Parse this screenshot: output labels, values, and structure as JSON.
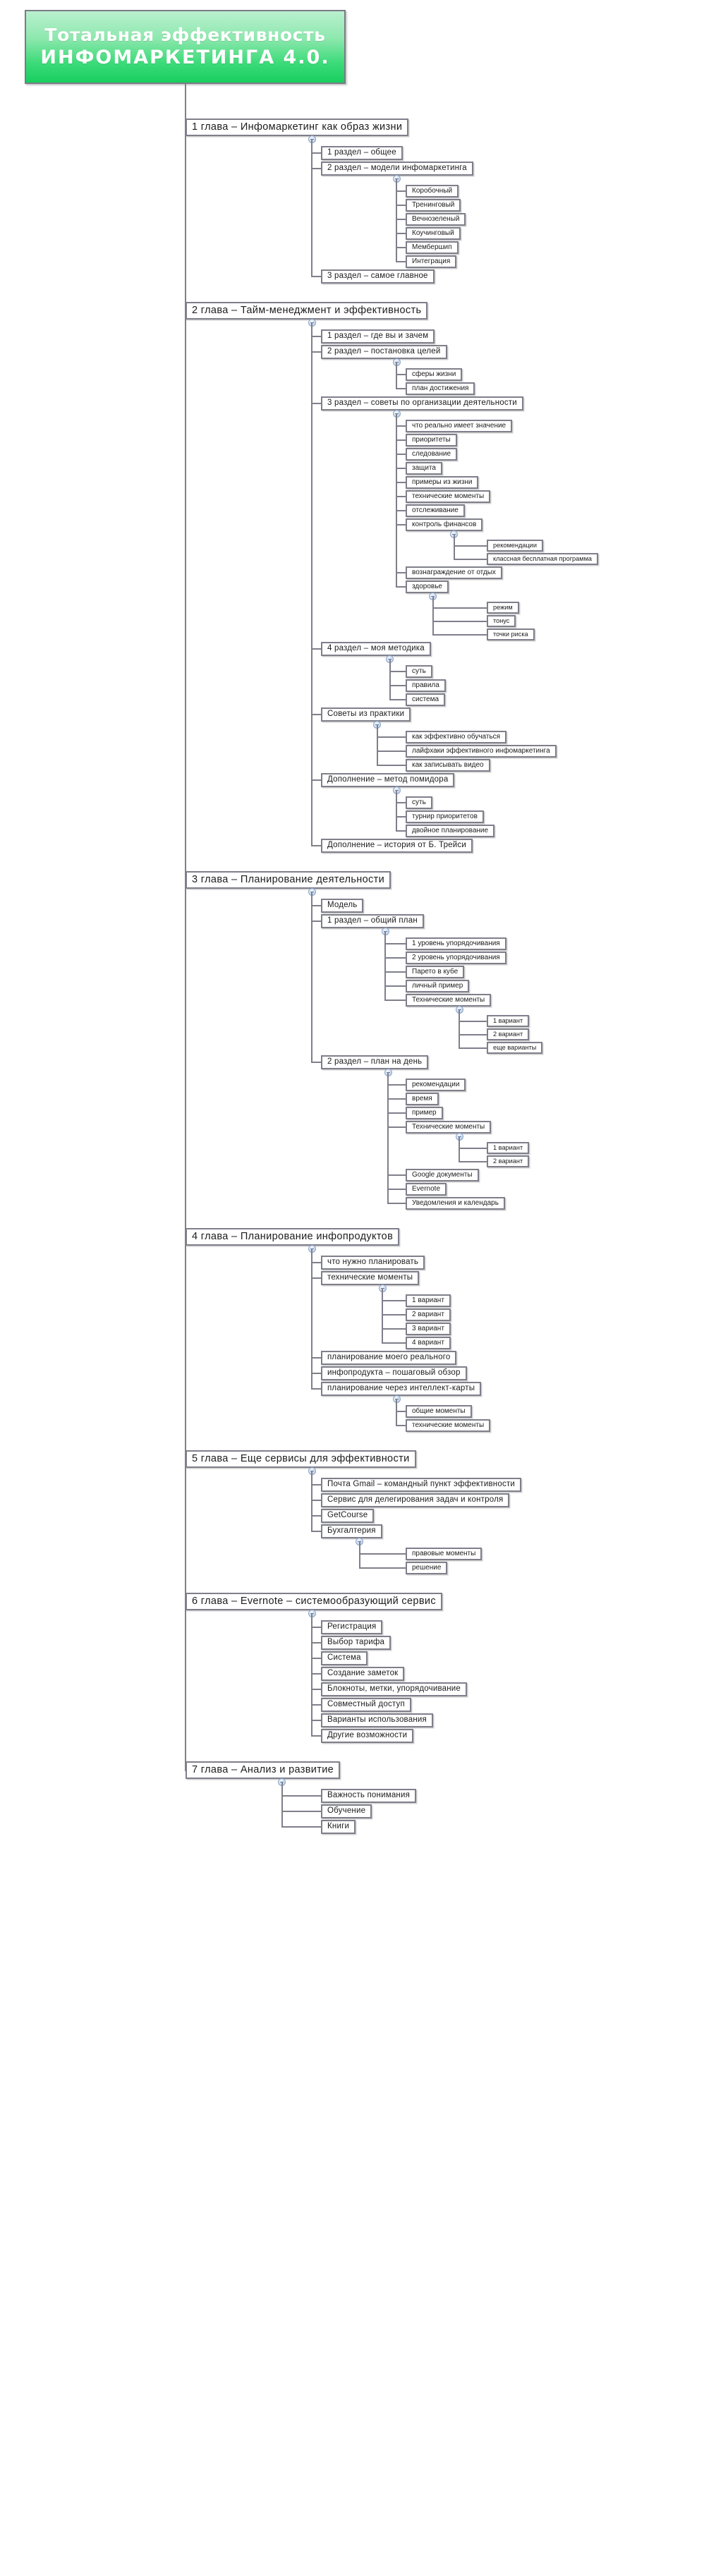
{
  "meta": {
    "diagram_type": "mind-map-tree",
    "node_border_color": "#7f7f8b",
    "node_fill_color": "#ffffff",
    "root_gradient_from": "#b9f0cf",
    "root_gradient_to": "#17cf5f",
    "root_text_color": "#ffffff",
    "handle_color": "#9fb6d4"
  },
  "root": {
    "line1": "Тотальная эффективность",
    "line2": "ИНФОМАРКЕТИНГА 4.0."
  },
  "chapters": [
    {
      "id": "ch1",
      "label": "1 глава – Инфомаркетинг как образ жизни",
      "children": [
        {
          "label": "1 раздел – общее"
        },
        {
          "label": "2 раздел – модели инфомаркетинга",
          "children": [
            {
              "label": "Коробочный"
            },
            {
              "label": "Тренинговый"
            },
            {
              "label": "Вечнозеленый"
            },
            {
              "label": "Коучинговый"
            },
            {
              "label": "Мембершип"
            },
            {
              "label": "Интеграция"
            }
          ]
        },
        {
          "label": "3 раздел – самое главное"
        }
      ]
    },
    {
      "id": "ch2",
      "label": "2 глава – Тайм-менеджмент и эффективность",
      "children": [
        {
          "label": "1 раздел – где вы и зачем"
        },
        {
          "label": "2 раздел – постановка целей",
          "children": [
            {
              "label": "сферы жизни"
            },
            {
              "label": "план достижения"
            }
          ]
        },
        {
          "label": "3 раздел – советы по организации деятельности",
          "children": [
            {
              "label": "что реально имеет значение"
            },
            {
              "label": "приоритеты"
            },
            {
              "label": "следование"
            },
            {
              "label": "защита"
            },
            {
              "label": "примеры из жизни"
            },
            {
              "label": "технические моменты"
            },
            {
              "label": "отслеживание"
            },
            {
              "label": "контроль финансов",
              "children": [
                {
                  "label": "рекомендации"
                },
                {
                  "label": "классная бесплатная программа"
                }
              ]
            },
            {
              "label": "вознаграждение от отдых"
            },
            {
              "label": "здоровье",
              "children": [
                {
                  "label": "режим"
                },
                {
                  "label": "тонус"
                },
                {
                  "label": "точки риска"
                }
              ]
            }
          ]
        },
        {
          "label": "4 раздел – моя методика",
          "children": [
            {
              "label": "суть"
            },
            {
              "label": "правила"
            },
            {
              "label": "система"
            }
          ]
        },
        {
          "label": "Советы из практики",
          "children": [
            {
              "label": "как эффективно обучаться"
            },
            {
              "label": "лайфхаки эффективного инфомаркетинга"
            },
            {
              "label": "как записывать видео"
            }
          ]
        },
        {
          "label": "Дополнение – метод помидора",
          "children": [
            {
              "label": "суть"
            },
            {
              "label": "турнир приоритетов"
            },
            {
              "label": "двойное планирование"
            }
          ]
        },
        {
          "label": "Дополнение – история от Б. Трейси"
        }
      ]
    },
    {
      "id": "ch3",
      "label": "3 глава – Планирование деятельности",
      "children": [
        {
          "label": "Модель"
        },
        {
          "label": "1 раздел – общий план",
          "children": [
            {
              "label": "1 уровень упорядочивания"
            },
            {
              "label": "2 уровень упорядочивания"
            },
            {
              "label": "Парето в кубе"
            },
            {
              "label": "личный пример"
            },
            {
              "label": "Технические моменты",
              "children": [
                {
                  "label": "1 вариант"
                },
                {
                  "label": "2 вариант"
                },
                {
                  "label": "еще варианты"
                }
              ]
            }
          ]
        },
        {
          "label": "2 раздел – план на день",
          "children": [
            {
              "label": "рекомендации"
            },
            {
              "label": "время"
            },
            {
              "label": "пример"
            },
            {
              "label": "Технические моменты",
              "children": [
                {
                  "label": "1 вариант"
                },
                {
                  "label": "2 вариант"
                }
              ]
            },
            {
              "label": "Google документы"
            },
            {
              "label": "Evernote"
            },
            {
              "label": "Уведомления и календарь"
            }
          ]
        }
      ]
    },
    {
      "id": "ch4",
      "label": "4 глава – Планирование инфопродуктов",
      "children": [
        {
          "label": "что нужно планировать"
        },
        {
          "label": "технические моменты",
          "children": [
            {
              "label": "1 вариант"
            },
            {
              "label": "2 вариант"
            },
            {
              "label": "3 вариант"
            },
            {
              "label": "4 вариант"
            }
          ]
        },
        {
          "label": "планирование моего реального"
        },
        {
          "label": "инфопродукта – пошаговый обзор"
        },
        {
          "label": "планирование через интеллект-карты",
          "children": [
            {
              "label": "общие моменты"
            },
            {
              "label": "технические моменты"
            }
          ]
        }
      ]
    },
    {
      "id": "ch5",
      "label": "5 глава – Еще сервисы для эффективности",
      "children": [
        {
          "label": "Почта Gmail – командный пункт эффективности"
        },
        {
          "label": "Сервис для делегирования задач и контроля"
        },
        {
          "label": "GetCourse"
        },
        {
          "label": "Бухгалтерия",
          "children": [
            {
              "label": "правовые моменты"
            },
            {
              "label": "решение"
            }
          ]
        }
      ]
    },
    {
      "id": "ch6",
      "label": "6 глава – Evernote – системообразующий сервис",
      "children": [
        {
          "label": "Регистрация"
        },
        {
          "label": "Выбор тарифа"
        },
        {
          "label": "Система"
        },
        {
          "label": "Создание заметок"
        },
        {
          "label": "Блокноты, метки, упорядочивание"
        },
        {
          "label": "Совместный доступ"
        },
        {
          "label": "Варианты использования"
        },
        {
          "label": "Другие возможности"
        }
      ]
    },
    {
      "id": "ch7",
      "label": "7 глава – Анализ и развитие",
      "children": [
        {
          "label": "Важность понимания"
        },
        {
          "label": "Обучение"
        },
        {
          "label": "Книги"
        }
      ]
    }
  ]
}
